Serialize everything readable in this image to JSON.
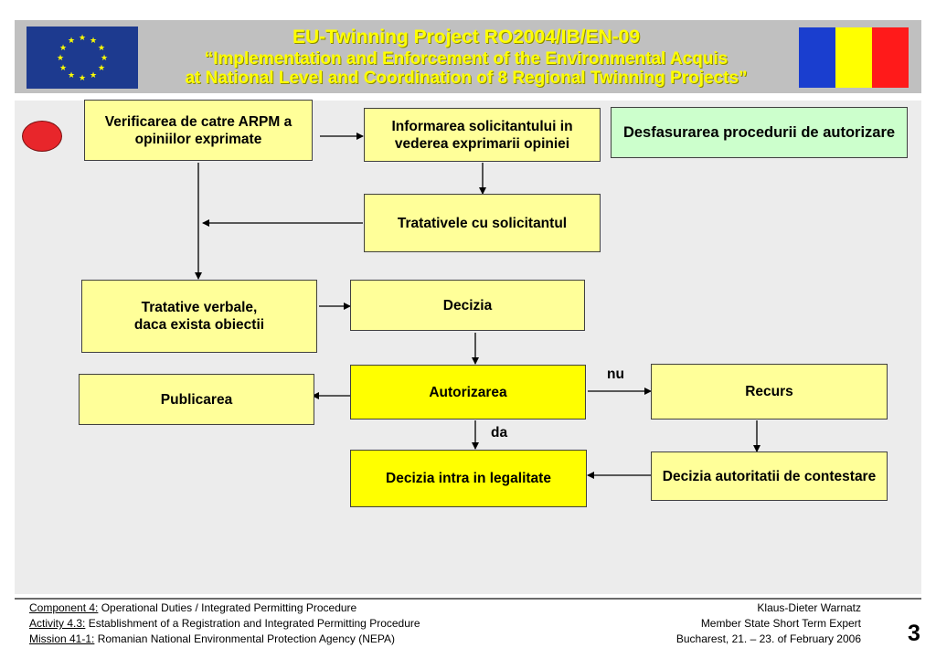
{
  "header": {
    "line1": "EU-Twinning  Project  RO2004/IB/EN-09",
    "line2": "“Implementation and Enforcement of the Environmental Acquis",
    "line3": "at National Level and Coordination of 8 Regional Twinning Projects”"
  },
  "flowchart": {
    "verificarea": "Verificarea de catre ARPM a opiniilor exprimate",
    "informarea": "Informarea solicitantului in vederea exprimarii opiniei",
    "desfasurarea": "Desfasurarea procedurii de autorizare",
    "tratativele": "Tratativele cu solicitantul",
    "tratative_verbale_1": "Tratative verbale,",
    "tratative_verbale_2": "daca exista obiectii",
    "decizia": "Decizia",
    "publicarea": "Publicarea",
    "autorizarea": "Autorizarea",
    "recurs": "Recurs",
    "decizia_legalitate": "Decizia intra in legalitate",
    "decizia_contestare": "Decizia autoritatii de contestare",
    "label_nu": "nu",
    "label_da": "da"
  },
  "footer": {
    "left": [
      {
        "key": "Component 4:",
        "text": " Operational Duties / Integrated Permitting Procedure"
      },
      {
        "key": "Activity 4.3:",
        "text": " Establishment of a Registration and Integrated Permitting Procedure"
      },
      {
        "key": "Mission 41-1:",
        "text": " Romanian National Environmental Protection Agency (NEPA)"
      }
    ],
    "right": [
      "Klaus-Dieter Warnatz",
      "Member State Short Term Expert",
      "Bucharest,  21. – 23. of February  2006"
    ],
    "page_number": "3"
  },
  "colors": {
    "header_bg": "#c0c0c0",
    "header_text": "#ffff00",
    "box_pale_yellow": "#ffff99",
    "box_yellow": "#ffff00",
    "box_green": "#ccffcc",
    "start_dot": "#e8262b",
    "eu_flag_blue": "#1d3a8f",
    "ro_blue": "#1a3ecf",
    "ro_yellow": "#ffff00",
    "ro_red": "#ff1a1a"
  }
}
